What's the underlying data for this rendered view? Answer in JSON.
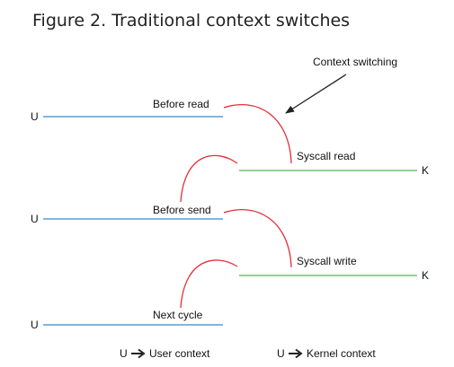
{
  "title": "Figure 2. Traditional context switches",
  "annotation": "Context switching",
  "user_lines": [
    {
      "prefix": "U",
      "label": "Before read"
    },
    {
      "prefix": "U",
      "label": "Before send"
    },
    {
      "prefix": "U",
      "label": "Next cycle"
    }
  ],
  "kernel_lines": [
    {
      "label": "Syscall read",
      "suffix": "K"
    },
    {
      "label": "Syscall write",
      "suffix": "K"
    }
  ],
  "legend": {
    "user": {
      "symbol": "U",
      "text": "User context"
    },
    "kernel": {
      "symbol": "U",
      "text": "Kernel context"
    }
  },
  "colors": {
    "user_line": "#5b9bd5",
    "kernel_line": "#70c070",
    "switch_curve": "#e0303a",
    "arrow": "#222222"
  }
}
